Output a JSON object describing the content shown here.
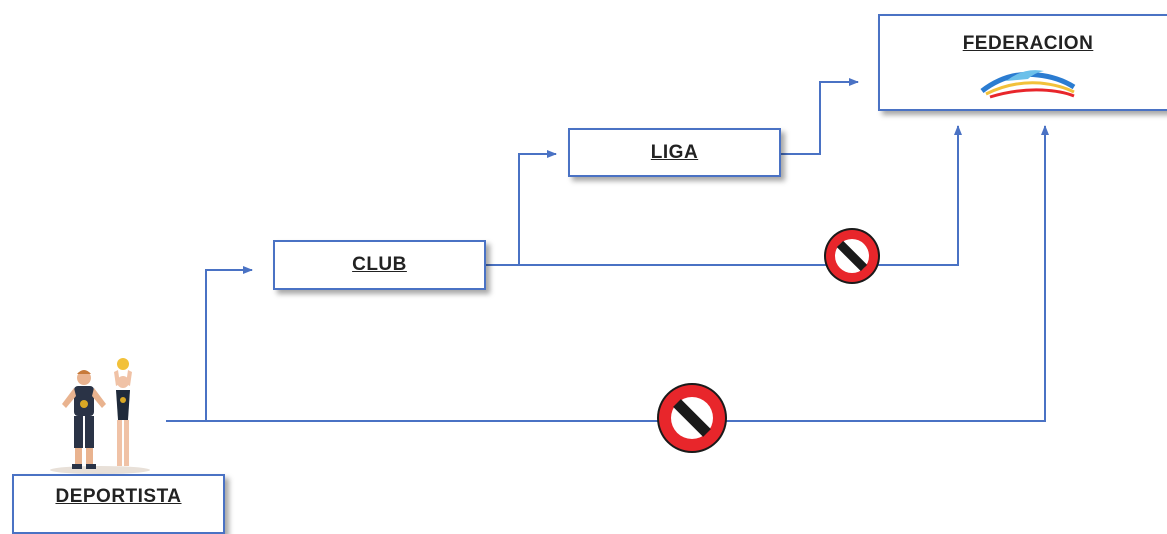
{
  "nodes": {
    "federacion": "FEDERACION",
    "liga": "LIGA",
    "club": "CLUB",
    "deportista": "DEPORTISTA"
  },
  "icons": {
    "federation_logo": "swimming-federation-logo-icon",
    "athletes": "athletes-icon",
    "prohibited": "prohibited-icon"
  },
  "colors": {
    "arrow": "#4a72c4",
    "box_border": "#4a72c4",
    "prohibited_red": "#e8262b"
  }
}
